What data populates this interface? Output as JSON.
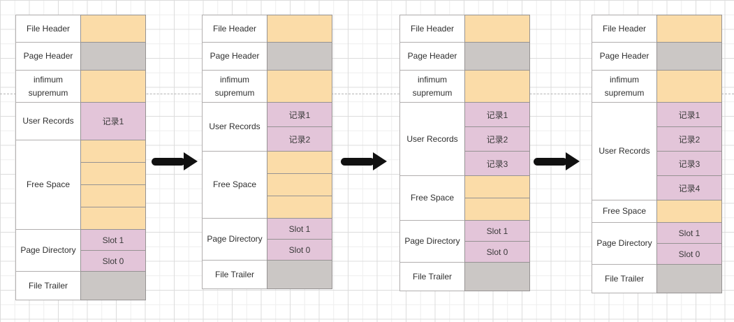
{
  "palette": {
    "cell_orange": "#FBDCA8",
    "cell_gray": "#CBC7C5",
    "cell_pink": "#E3C5D9",
    "arrow_black": "#111111"
  },
  "diagrams": [
    {
      "name": "page-structure-step-1",
      "sections": [
        {
          "role": "file-header",
          "label": "File Header",
          "cells": [
            {
              "fill": "orange",
              "text": ""
            }
          ]
        },
        {
          "role": "page-header",
          "label": "Page Header",
          "cells": [
            {
              "fill": "gray",
              "text": ""
            }
          ]
        },
        {
          "role": "infimum-supremum",
          "label": "infimum supremum",
          "cells": [
            {
              "fill": "orange",
              "text": ""
            }
          ]
        },
        {
          "role": "user-records",
          "label": "User Records",
          "cells": [
            {
              "fill": "pink",
              "text": "记录1"
            }
          ]
        },
        {
          "role": "free-space",
          "label": "Free Space",
          "cells": [
            {
              "fill": "orange",
              "text": ""
            },
            {
              "fill": "orange",
              "text": ""
            },
            {
              "fill": "orange",
              "text": ""
            },
            {
              "fill": "orange",
              "text": ""
            }
          ]
        },
        {
          "role": "page-directory",
          "label": "Page Directory",
          "cells": [
            {
              "fill": "pink",
              "text": "Slot 1"
            },
            {
              "fill": "pink",
              "text": "Slot 0"
            }
          ]
        },
        {
          "role": "file-trailer",
          "label": "File Trailer",
          "cells": [
            {
              "fill": "gray",
              "text": ""
            }
          ]
        }
      ]
    },
    {
      "name": "page-structure-step-2",
      "sections": [
        {
          "role": "file-header",
          "label": "File Header",
          "cells": [
            {
              "fill": "orange",
              "text": ""
            }
          ]
        },
        {
          "role": "page-header",
          "label": "Page Header",
          "cells": [
            {
              "fill": "gray",
              "text": ""
            }
          ]
        },
        {
          "role": "infimum-supremum",
          "label": "infimum supremum",
          "cells": [
            {
              "fill": "orange",
              "text": ""
            }
          ]
        },
        {
          "role": "user-records",
          "label": "User Records",
          "cells": [
            {
              "fill": "pink",
              "text": "记录1"
            },
            {
              "fill": "pink",
              "text": "记录2"
            }
          ]
        },
        {
          "role": "free-space",
          "label": "Free Space",
          "cells": [
            {
              "fill": "orange",
              "text": ""
            },
            {
              "fill": "orange",
              "text": ""
            },
            {
              "fill": "orange",
              "text": ""
            }
          ]
        },
        {
          "role": "page-directory",
          "label": "Page Directory",
          "cells": [
            {
              "fill": "pink",
              "text": "Slot 1"
            },
            {
              "fill": "pink",
              "text": "Slot 0"
            }
          ]
        },
        {
          "role": "file-trailer",
          "label": "File Trailer",
          "cells": [
            {
              "fill": "gray",
              "text": ""
            }
          ]
        }
      ]
    },
    {
      "name": "page-structure-step-3",
      "sections": [
        {
          "role": "file-header",
          "label": "File Header",
          "cells": [
            {
              "fill": "orange",
              "text": ""
            }
          ]
        },
        {
          "role": "page-header",
          "label": "Page Header",
          "cells": [
            {
              "fill": "gray",
              "text": ""
            }
          ]
        },
        {
          "role": "infimum-supremum",
          "label": "infimum supremum",
          "cells": [
            {
              "fill": "orange",
              "text": ""
            }
          ]
        },
        {
          "role": "user-records",
          "label": "User Records",
          "cells": [
            {
              "fill": "pink",
              "text": "记录1"
            },
            {
              "fill": "pink",
              "text": "记录2"
            },
            {
              "fill": "pink",
              "text": "记录3"
            }
          ]
        },
        {
          "role": "free-space",
          "label": "Free Space",
          "cells": [
            {
              "fill": "orange",
              "text": ""
            },
            {
              "fill": "orange",
              "text": ""
            }
          ]
        },
        {
          "role": "page-directory",
          "label": "Page Directory",
          "cells": [
            {
              "fill": "pink",
              "text": "Slot 1"
            },
            {
              "fill": "pink",
              "text": "Slot 0"
            }
          ]
        },
        {
          "role": "file-trailer",
          "label": "File Trailer",
          "cells": [
            {
              "fill": "gray",
              "text": ""
            }
          ]
        }
      ]
    },
    {
      "name": "page-structure-step-4",
      "sections": [
        {
          "role": "file-header",
          "label": "File Header",
          "cells": [
            {
              "fill": "orange",
              "text": ""
            }
          ]
        },
        {
          "role": "page-header",
          "label": "Page Header",
          "cells": [
            {
              "fill": "gray",
              "text": ""
            }
          ]
        },
        {
          "role": "infimum-supremum",
          "label": "infimum supremum",
          "cells": [
            {
              "fill": "orange",
              "text": ""
            }
          ]
        },
        {
          "role": "user-records",
          "label": "User Records",
          "cells": [
            {
              "fill": "pink",
              "text": "记录1"
            },
            {
              "fill": "pink",
              "text": "记录2"
            },
            {
              "fill": "pink",
              "text": "记录3"
            },
            {
              "fill": "pink",
              "text": "记录4"
            }
          ]
        },
        {
          "role": "free-space",
          "label": "Free Space",
          "cells": [
            {
              "fill": "orange",
              "text": ""
            }
          ]
        },
        {
          "role": "page-directory",
          "label": "Page Directory",
          "cells": [
            {
              "fill": "pink",
              "text": "Slot 1"
            },
            {
              "fill": "pink",
              "text": "Slot 0"
            }
          ]
        },
        {
          "role": "file-trailer",
          "label": "File Trailer",
          "cells": [
            {
              "fill": "gray",
              "text": ""
            }
          ]
        }
      ]
    }
  ],
  "arrows": [
    {
      "name": "arrow-1",
      "direction": "right"
    },
    {
      "name": "arrow-2",
      "direction": "right"
    },
    {
      "name": "arrow-3",
      "direction": "right"
    }
  ]
}
